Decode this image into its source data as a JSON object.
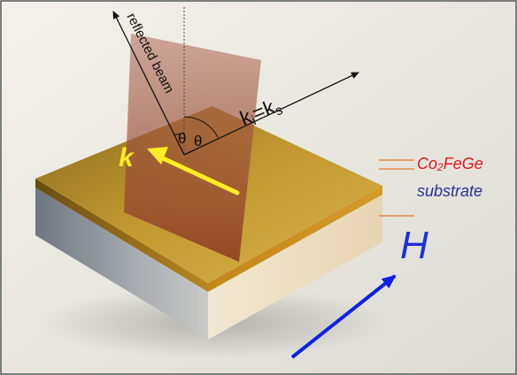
{
  "labels": {
    "reflected_beam": "reflected beam",
    "wavevector_eq_main": "k",
    "wavevector_eq_sub_i": "i",
    "wavevector_eq_equals": "=",
    "wavevector_eq_main2": "k",
    "wavevector_eq_sub_s": "s",
    "theta_left": "θ",
    "theta_right": "θ",
    "k_vector": "k",
    "film_prefix": "Co",
    "film_sub": "2",
    "film_suffix": "FeGe",
    "substrate": "substrate",
    "field": "H"
  },
  "colors": {
    "film_label": "#e8141c",
    "substrate_label": "#2a2f9a",
    "field_arrow": "#1020e8",
    "k_arrow": "#ffee22",
    "layer_ticks": "#e07a30"
  }
}
